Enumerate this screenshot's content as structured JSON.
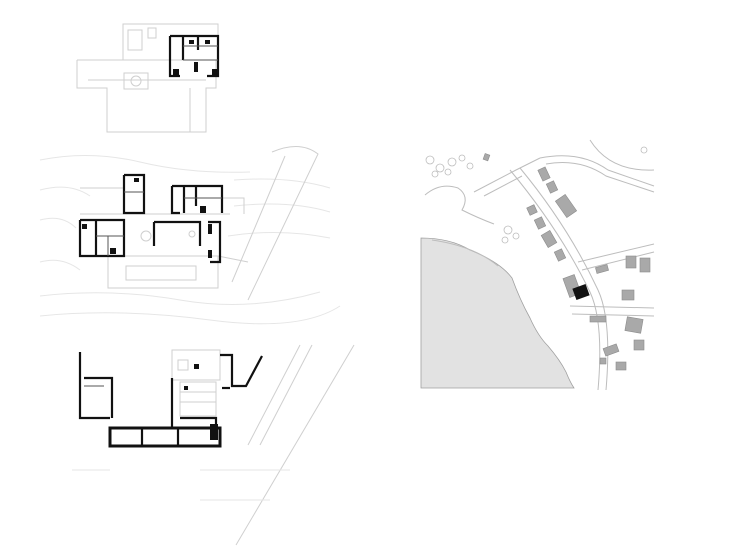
{
  "colors": {
    "background": "#ffffff",
    "walls": "#111111",
    "context_lines": "#cfcfcf",
    "water": "#e2e2e2",
    "neighbour_buildings": "#a9a9a9",
    "site_building": "#111111"
  },
  "drawings": [
    {
      "id": "upper-floor-plan"
    },
    {
      "id": "ground-floor-plan"
    },
    {
      "id": "lower-floor-plan"
    },
    {
      "id": "site-plan"
    }
  ]
}
